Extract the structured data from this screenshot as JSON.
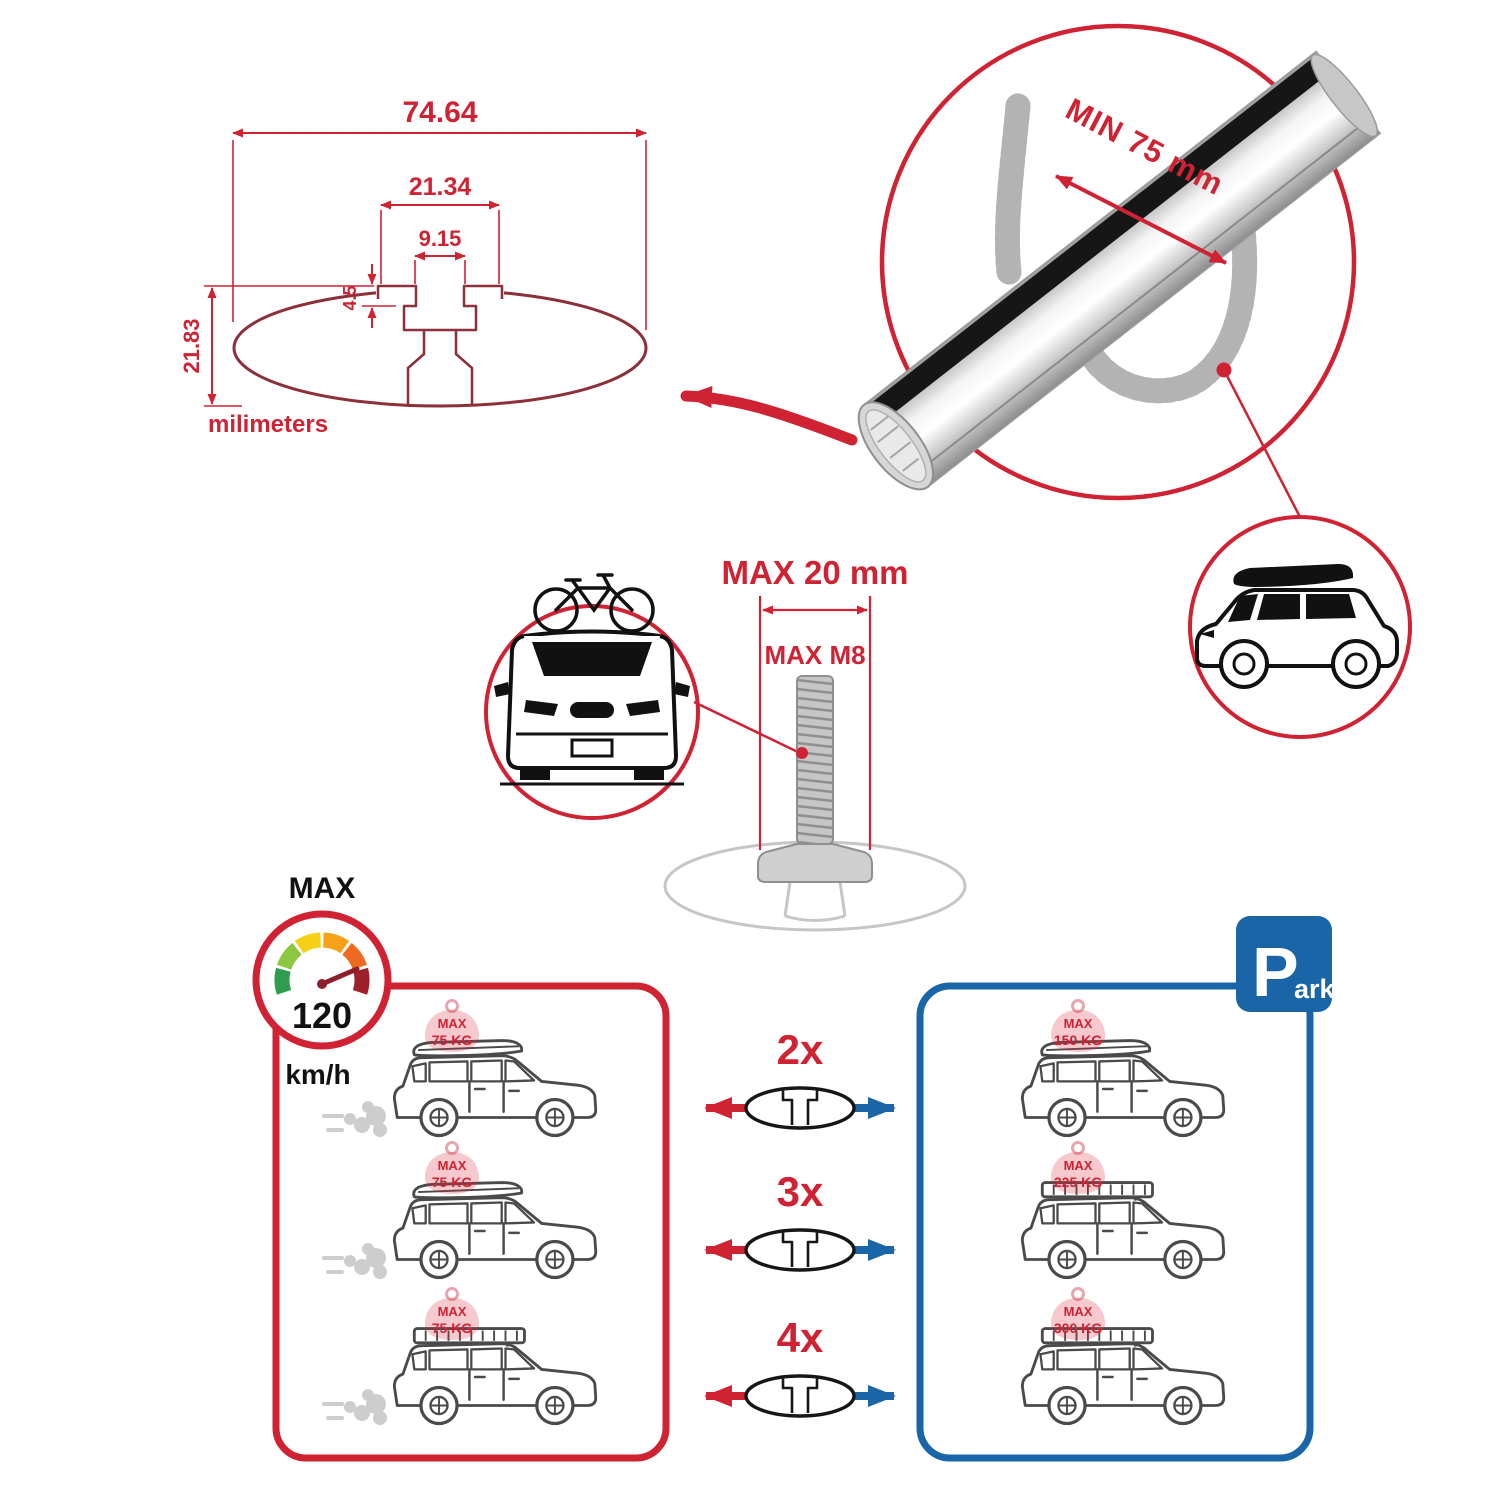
{
  "colors": {
    "accent_red": "#cf2233",
    "drawing_maroon": "#8c2f38",
    "accent_blue": "#1a64a8",
    "metal_gray": "#c6c6c6"
  },
  "dimensions": {
    "total_width": "74.64",
    "slot_outer_width": "21.34",
    "slot_inner_width": "9.15",
    "lip_depth": "4.5",
    "total_height": "21.83",
    "units": "milimeters"
  },
  "bar": {
    "min_span": "MIN 75 mm"
  },
  "bolt": {
    "max_width": "MAX 20 mm",
    "max_thread": "MAX M8"
  },
  "speed": {
    "label": "MAX",
    "value": "120",
    "unit": "km/h"
  },
  "bar_counts": [
    {
      "label": "2x"
    },
    {
      "label": "3x"
    },
    {
      "label": "4x"
    }
  ],
  "load_panel_moving": {
    "cars": [
      {
        "tag_label": "MAX",
        "tag_value": "75 KG"
      },
      {
        "tag_label": "MAX",
        "tag_value": "75 KG"
      },
      {
        "tag_label": "MAX",
        "tag_value": "75 KG"
      }
    ]
  },
  "load_panel_parked": {
    "sign": {
      "p": "P",
      "ark": "ark"
    },
    "cars": [
      {
        "tag_label": "MAX",
        "tag_value": "150 KG"
      },
      {
        "tag_label": "MAX",
        "tag_value": "225 KG"
      },
      {
        "tag_label": "MAX",
        "tag_value": "300 KG"
      }
    ]
  }
}
